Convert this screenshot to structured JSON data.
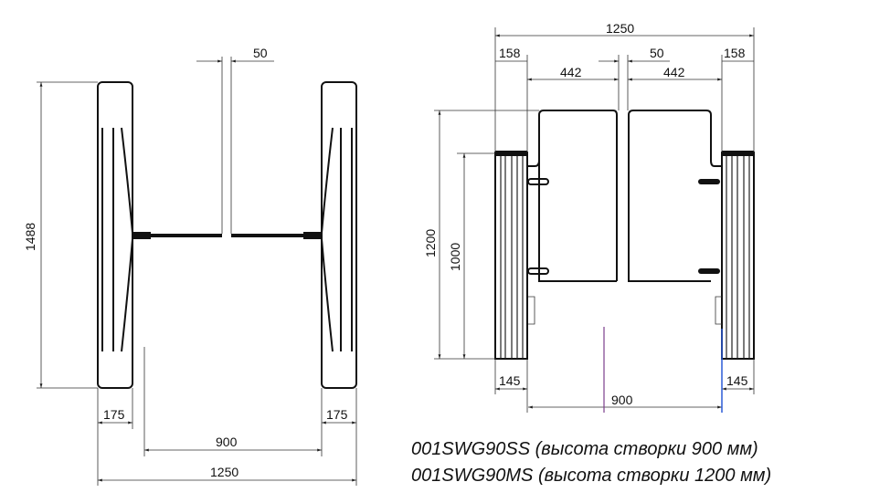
{
  "top_view": {
    "dimensions": {
      "gap": "50",
      "length": "1488",
      "post_width_left": "175",
      "post_width_right": "175",
      "passage": "900",
      "overall_width": "1250"
    }
  },
  "front_view": {
    "dimensions": {
      "overall_width": "1250",
      "post_top_left": "158",
      "post_top_right": "158",
      "gate_left": "442",
      "gate_right": "442",
      "gap": "50",
      "gate_height": "1200",
      "post_height": "1000",
      "post_base_left": "145",
      "post_base_right": "145",
      "passage": "900"
    },
    "guide_colors": {
      "left": "#7a3d8c",
      "right": "#2a5bd7"
    }
  },
  "captions": [
    "001SWG90SS (высота створки 900 мм)",
    "001SWG90MS (высота створки 1200 мм)"
  ]
}
